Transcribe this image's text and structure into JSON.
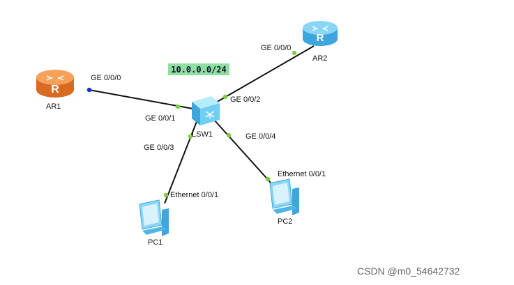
{
  "subnet": "10.0.0.0/24",
  "watermark": "CSDN @m0_54642732",
  "devices": {
    "ar1": {
      "name": "AR1",
      "type": "router",
      "color": "#f08a3c"
    },
    "ar2": {
      "name": "AR2",
      "type": "router",
      "color": "#5cc0ee"
    },
    "lsw1": {
      "name": "LSW1",
      "type": "switch",
      "color": "#6fcff5"
    },
    "pc1": {
      "name": "PC1",
      "type": "pc",
      "color": "#4fb4e8"
    },
    "pc2": {
      "name": "PC2",
      "type": "pc",
      "color": "#4fb4e8"
    }
  },
  "ports": {
    "ar1_g000": "GE 0/0/0",
    "ar2_g000": "GE 0/0/0",
    "lsw1_g001": "GE 0/0/1",
    "lsw1_g002": "GE 0/0/2",
    "lsw1_g003": "GE 0/0/3",
    "lsw1_g004": "GE 0/0/4",
    "pc1_eth": "Ethernet 0/0/1",
    "pc2_eth": "Ethernet 0/0/1"
  },
  "colors": {
    "link": "#111111",
    "port_up": "#7ccf3c",
    "port_ar1": "#1a2fd0"
  }
}
